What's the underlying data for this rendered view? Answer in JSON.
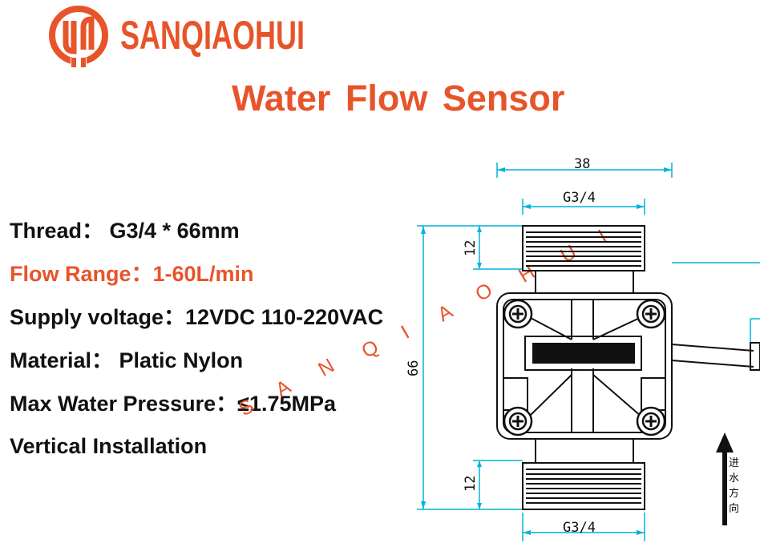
{
  "brand": {
    "name": "SANQIAOHUI",
    "color": "#e8542a"
  },
  "title": "Water Flow  Sensor",
  "specs": [
    {
      "text": "Thread： G3/4 * 66mm",
      "highlight": false
    },
    {
      "text": "Flow Range：1-60L/min",
      "highlight": true
    },
    {
      "text": "Supply voltage：12VDC 110-220VAC",
      "highlight": false
    },
    {
      "text": "Material： Platic Nylon",
      "highlight": false
    },
    {
      "text": "Max Water Pressure：≤1.75MPa",
      "highlight": false
    },
    {
      "text": "Vertical Installation",
      "highlight": false
    }
  ],
  "watermark": [
    "S",
    "A",
    "N",
    "Q",
    "I",
    "A",
    "O",
    "H",
    "U",
    "I"
  ],
  "drawing": {
    "dim_width": "38",
    "dim_thread_top": "G3/4",
    "dim_thread_bottom": "G3/4",
    "dim_height": "66",
    "dim_thread_len_top": "12",
    "dim_thread_len_bottom": "12",
    "flow_direction_chars": [
      "进",
      "水",
      "方",
      "向"
    ],
    "dim_color": "#00b4d8"
  }
}
